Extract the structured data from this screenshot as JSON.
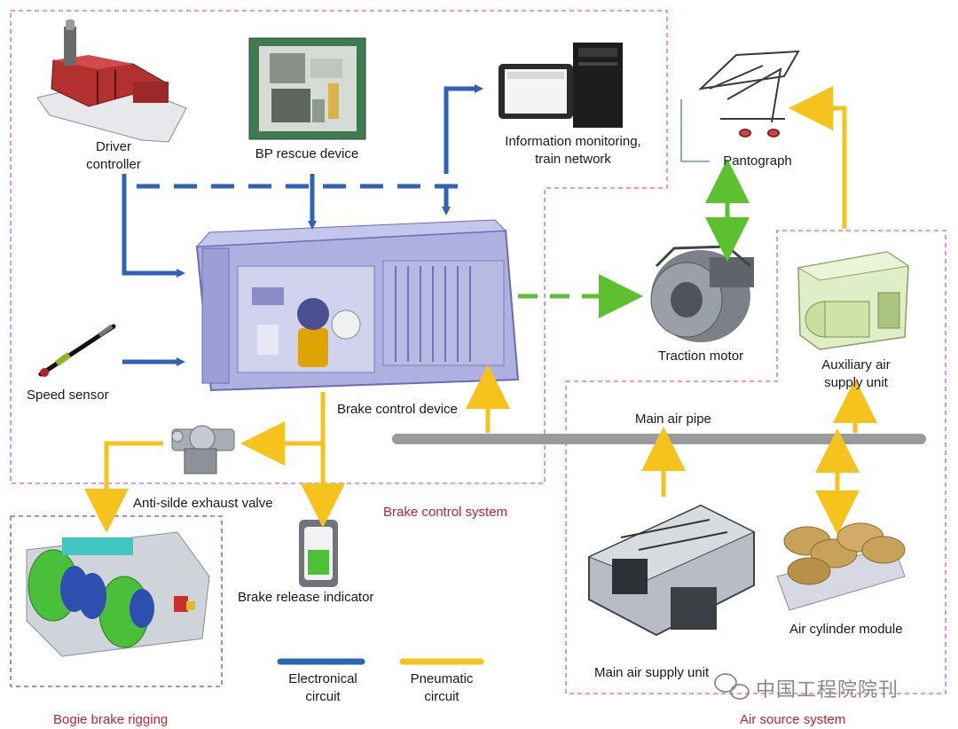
{
  "labels": {
    "driver_controller": "Driver\ncontroller",
    "bp_rescue": "BP rescue device",
    "info_monitoring": "Information monitoring,\ntrain network",
    "pantograph": "Pantograph",
    "speed_sensor": "Speed sensor",
    "brake_control_device": "Brake control device",
    "traction_motor": "Traction motor",
    "auxiliary_air": "Auxiliary air\nsupply unit",
    "main_air_pipe": "Main air pipe",
    "anti_slide": "Anti-silde exhaust valve",
    "brake_release": "Brake release indicator",
    "main_air_supply": "Main air supply unit",
    "air_cylinder": "Air cylinder module"
  },
  "regions": {
    "brake_control_system": "Brake control system",
    "bogie_brake_rigging": "Bogie brake rigging",
    "air_source_system": "Air source system"
  },
  "legend": {
    "electronical": "Electronical\ncircuit",
    "pneumatic": "Pneumatic\ncircuit"
  },
  "watermark": "中国工程院院刊",
  "colors": {
    "electronic": "#2f63b8",
    "pneumatic": "#f6c21c",
    "green": "#5cc12f",
    "pipe": "#9a9a9a",
    "region_border": "#d05bc9"
  }
}
